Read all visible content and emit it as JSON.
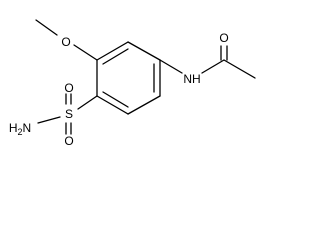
{
  "molecule": {
    "atoms": {
      "methoxy_o": "O",
      "methyl_c": "",
      "sulfonyl_s": "S",
      "sulfonyl_o_top": "O",
      "sulfonyl_o_bottom": "O",
      "amine": "H2N",
      "amide_nh": "NH",
      "carbonyl_o": "O"
    }
  }
}
